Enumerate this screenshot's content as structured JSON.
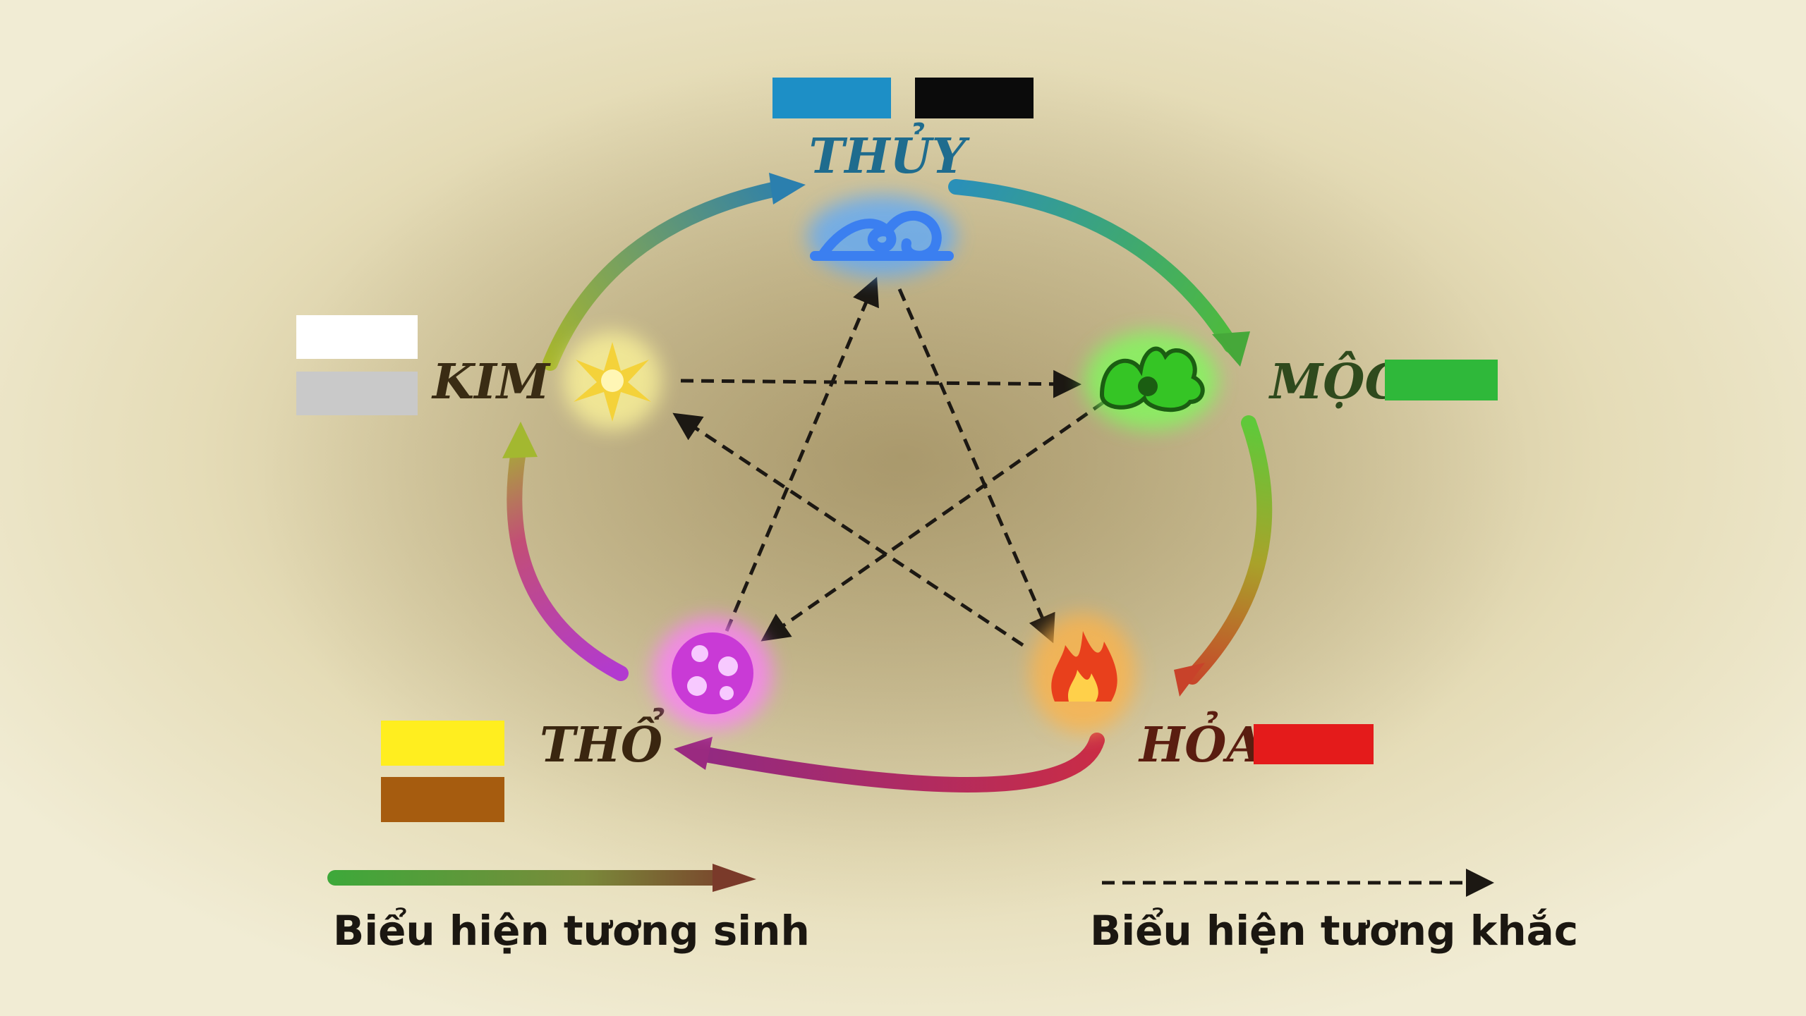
{
  "elements": [
    {
      "key": "thuy",
      "label": "THỦY",
      "label_color": "#1f6c8e",
      "swatches": [
        "#1d8fc6",
        "#0b0b0b"
      ],
      "symbol": "cloud-wave-icon",
      "glow": "#5aa9ff",
      "fill": "#3b7ff0"
    },
    {
      "key": "moc",
      "label": "MỘC",
      "label_color": "#2f4a1d",
      "swatches": [
        "#2fb83a"
      ],
      "symbol": "leaf-icon",
      "glow": "#7dff5a",
      "fill": "#35c525"
    },
    {
      "key": "hoa",
      "label": "HỎA",
      "label_color": "#5a1d10",
      "swatches": [
        "#e41b1b"
      ],
      "symbol": "flame-icon",
      "glow": "#ffb347",
      "fill": "#e8401c"
    },
    {
      "key": "tho",
      "label": "THỔ",
      "label_color": "#3a2610",
      "swatches": [
        "#ffee1f",
        "#a65c0f"
      ],
      "symbol": "orb-icon",
      "glow": "#ff7dff",
      "fill": "#c93ad6"
    },
    {
      "key": "kim",
      "label": "KIM",
      "label_color": "#3a2c14",
      "swatches": [
        "#ffffff",
        "#c9c9c9"
      ],
      "symbol": "star-burst-icon",
      "glow": "#fff79a",
      "fill": "#f4d23a"
    }
  ],
  "legend": {
    "sinh": "Biểu hiện tương sinh",
    "khac": "Biểu hiện tương khắc"
  }
}
